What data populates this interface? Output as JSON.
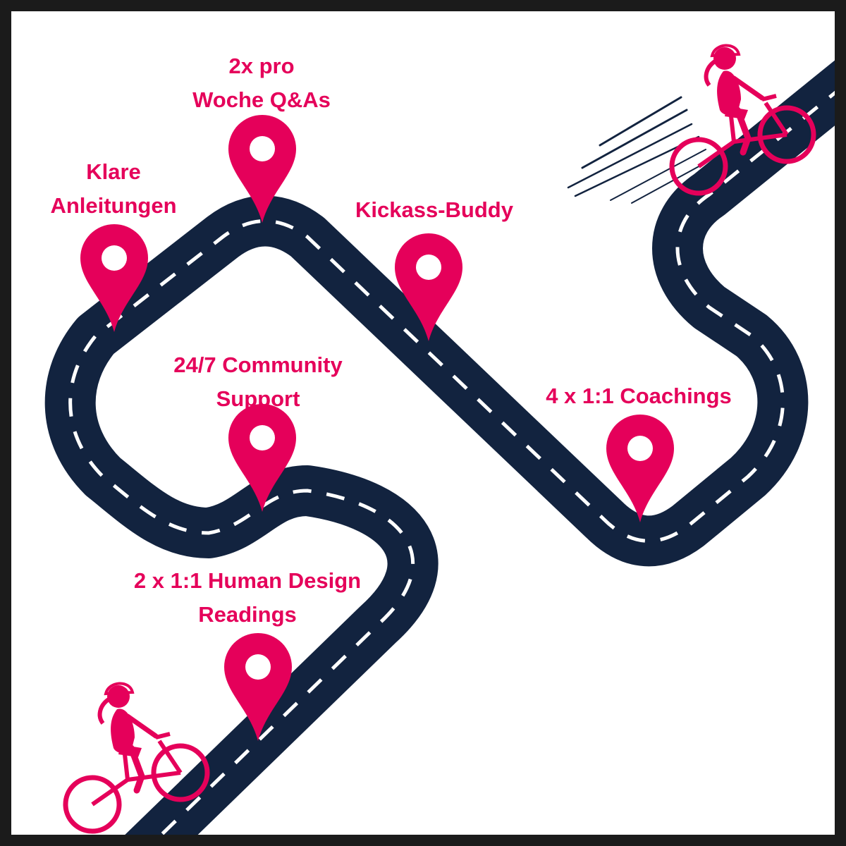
{
  "colors": {
    "road": "#12233f",
    "dash": "#ffffff",
    "accent": "#e5005a",
    "frame": "#1b1b1b",
    "speed_lines": "#12233f"
  },
  "milestones": [
    {
      "id": "anleitungen",
      "lines": [
        "Klare",
        "Anleitungen"
      ],
      "icon": "location-pin-icon"
    },
    {
      "id": "qas",
      "lines": [
        "2x pro",
        "Woche Q&As"
      ],
      "icon": "location-pin-icon"
    },
    {
      "id": "buddy",
      "lines": [
        "Kickass-Buddy"
      ],
      "icon": "location-pin-icon"
    },
    {
      "id": "community",
      "lines": [
        "24/7 Community",
        "Support"
      ],
      "icon": "location-pin-icon"
    },
    {
      "id": "coachings",
      "lines": [
        "4 x 1:1 Coachings"
      ],
      "icon": "location-pin-icon"
    },
    {
      "id": "readings",
      "lines": [
        "2 x 1:1 Human Design",
        "Readings"
      ],
      "icon": "location-pin-icon"
    }
  ],
  "cyclists": [
    {
      "id": "start",
      "icon": "cyclist-icon"
    },
    {
      "id": "finish",
      "icon": "cyclist-icon"
    }
  ]
}
